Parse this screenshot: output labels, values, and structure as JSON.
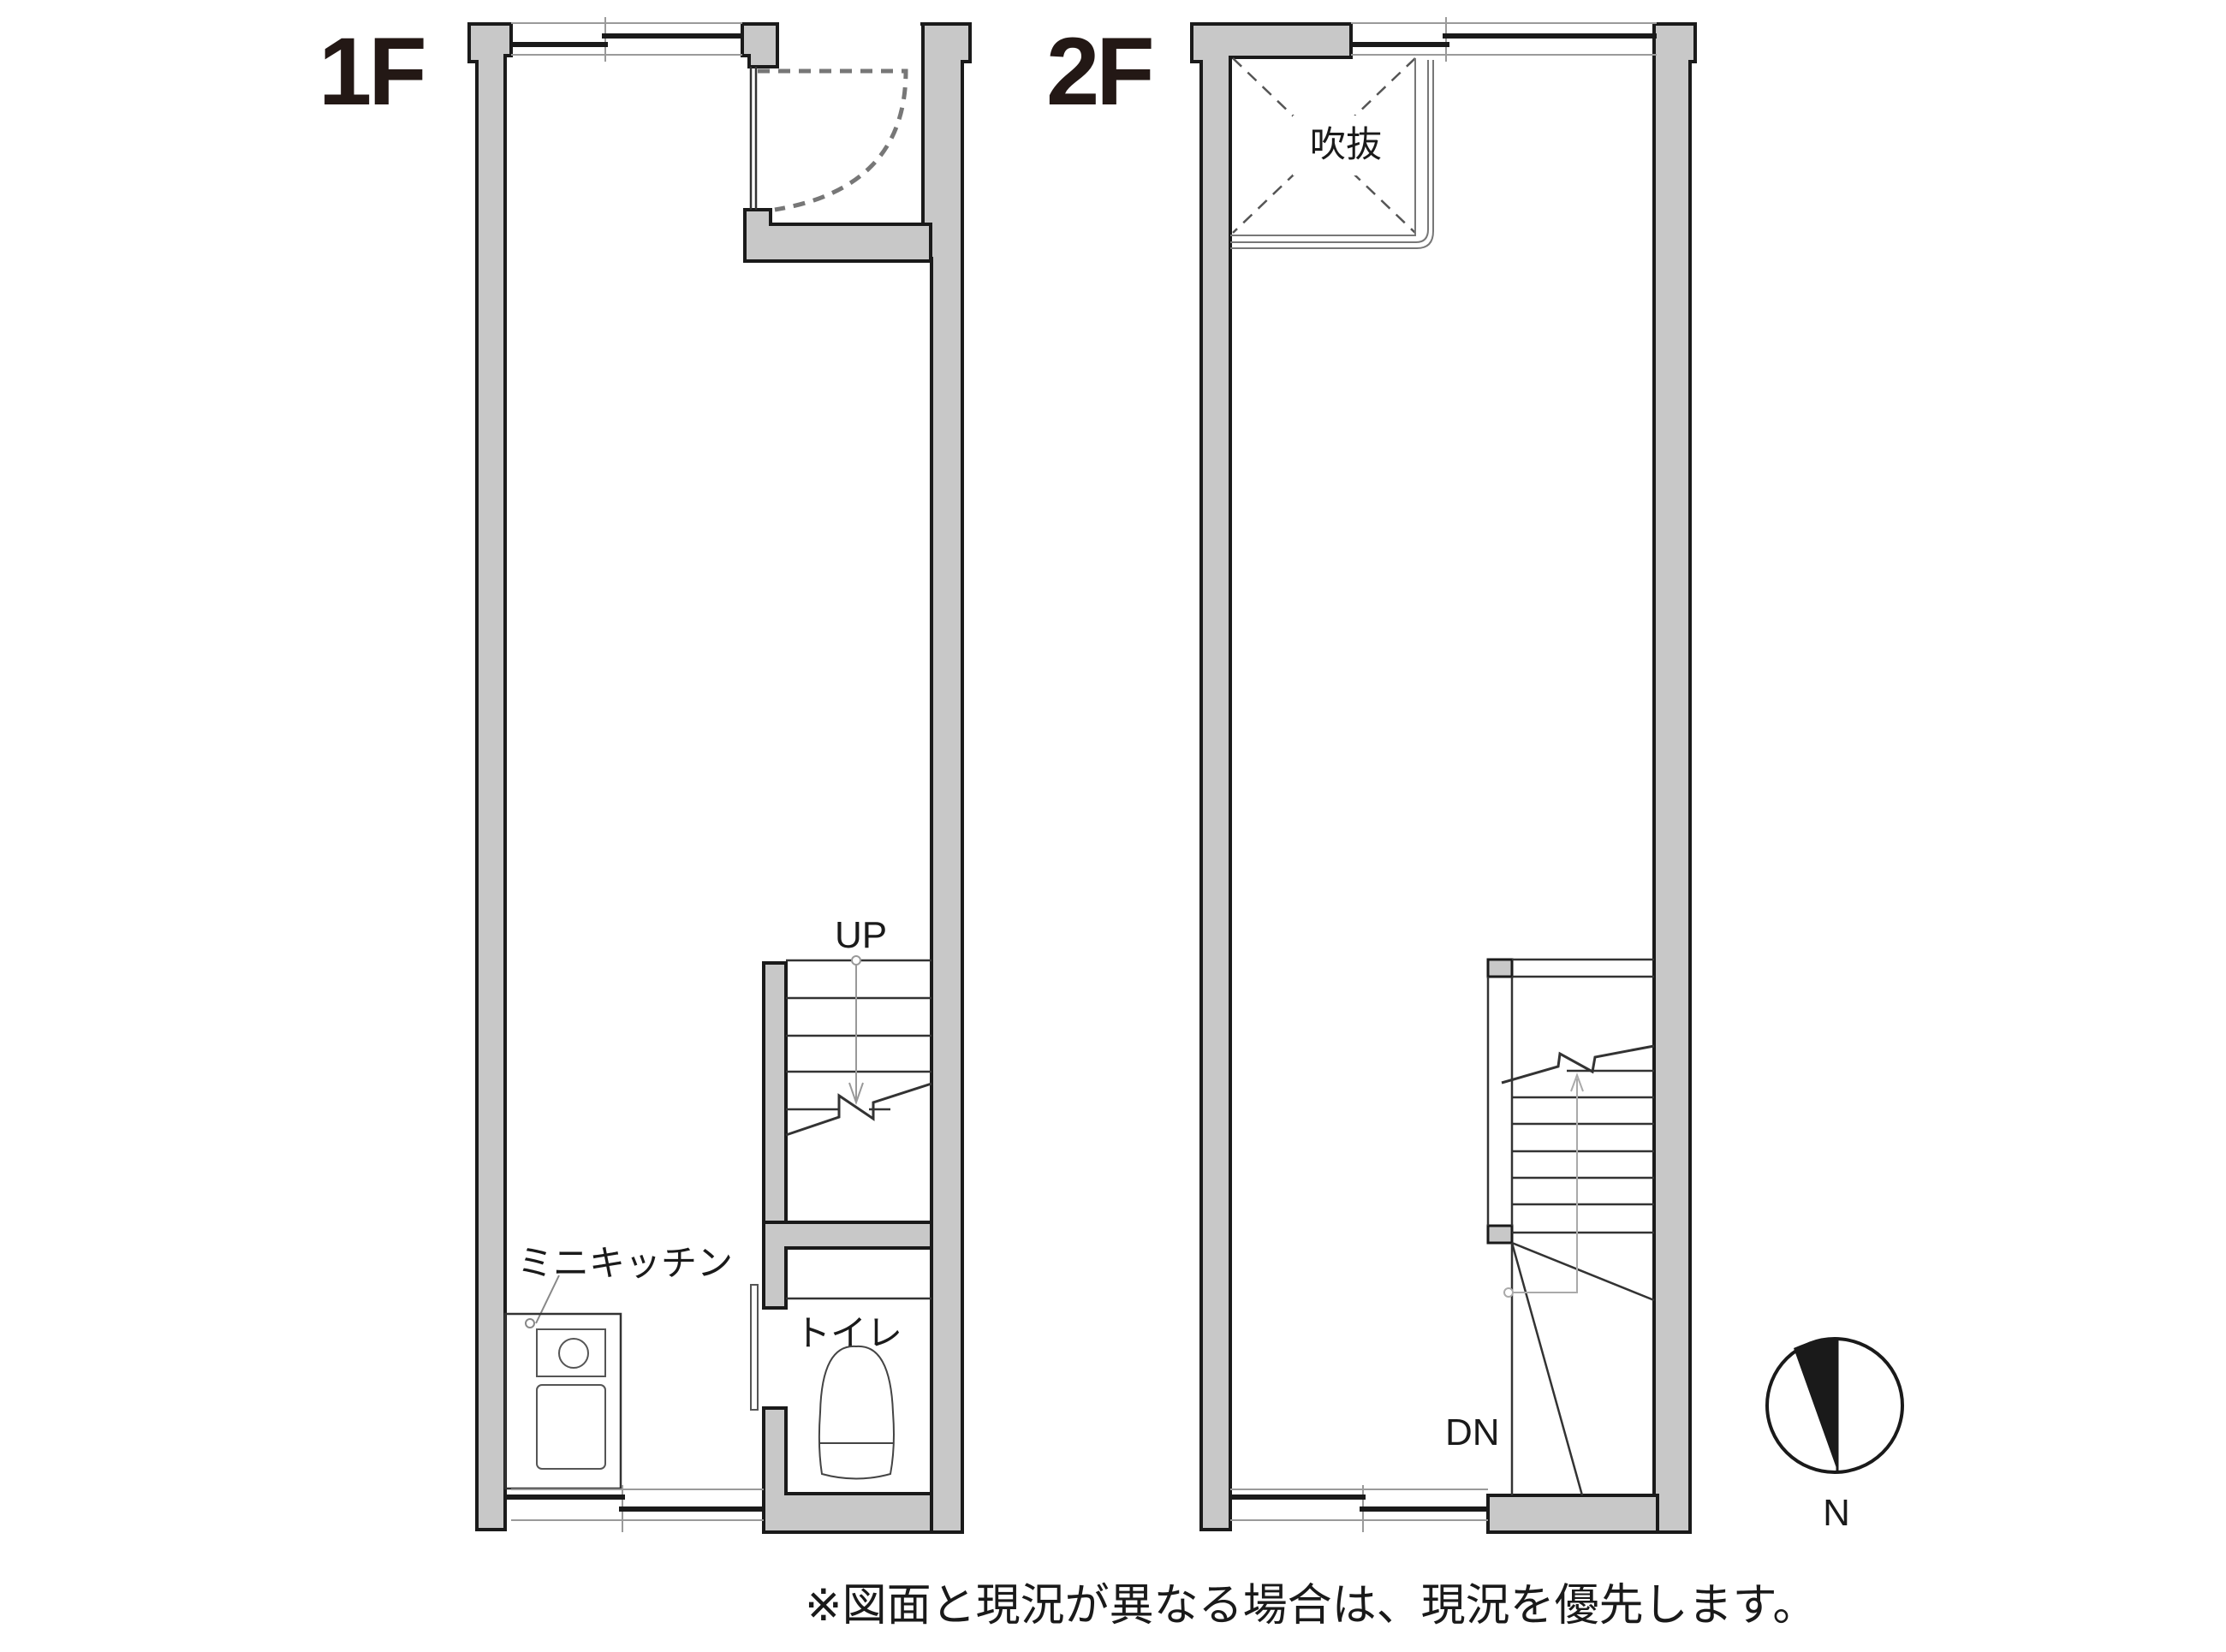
{
  "floors": [
    {
      "label": "1F",
      "rooms": [
        {
          "name": "mini-kitchen",
          "label": "ミニキッチン"
        },
        {
          "name": "toilet",
          "label": "トイレ"
        }
      ],
      "stair": {
        "label": "UP"
      }
    },
    {
      "label": "2F",
      "rooms": [
        {
          "name": "void",
          "label": "吹抜"
        }
      ],
      "stair": {
        "label": "DN"
      }
    }
  ],
  "compass": {
    "label": "N",
    "icon": "north-arrow-icon"
  },
  "note": "※図面と現況が異なる場合は、現況を優先します。",
  "colors": {
    "wall_fill": "#c8c8c8",
    "line": "#1a1a1a",
    "background": "#ffffff"
  }
}
